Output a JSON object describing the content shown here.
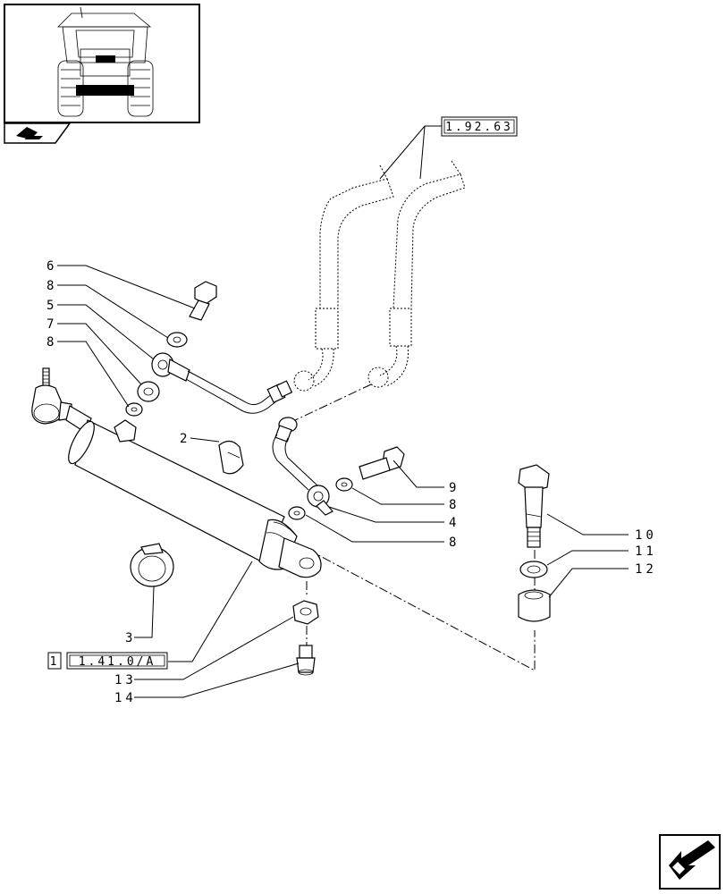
{
  "references": {
    "pipe_ref": "1.92.63",
    "cylinder_box": "1",
    "cylinder_ref": "1.41.0/A"
  },
  "callouts": [
    {
      "id": "c6",
      "text": "6"
    },
    {
      "id": "c8a",
      "text": "8"
    },
    {
      "id": "c5",
      "text": "5"
    },
    {
      "id": "c7",
      "text": "7"
    },
    {
      "id": "c8b",
      "text": "8"
    },
    {
      "id": "c2",
      "text": "2"
    },
    {
      "id": "c9",
      "text": "9"
    },
    {
      "id": "c8c",
      "text": "8"
    },
    {
      "id": "c4",
      "text": "4"
    },
    {
      "id": "c8d",
      "text": "8"
    },
    {
      "id": "c10",
      "text": "10"
    },
    {
      "id": "c11",
      "text": "11"
    },
    {
      "id": "c12",
      "text": "12"
    },
    {
      "id": "c3",
      "text": "3"
    },
    {
      "id": "c13",
      "text": "13"
    },
    {
      "id": "c14",
      "text": "14"
    }
  ],
  "icons": {
    "thumbnail": "tractor-front-view-thumbnail",
    "section": "section-symbol-icon",
    "nav": "next-page-arrow-icon"
  }
}
